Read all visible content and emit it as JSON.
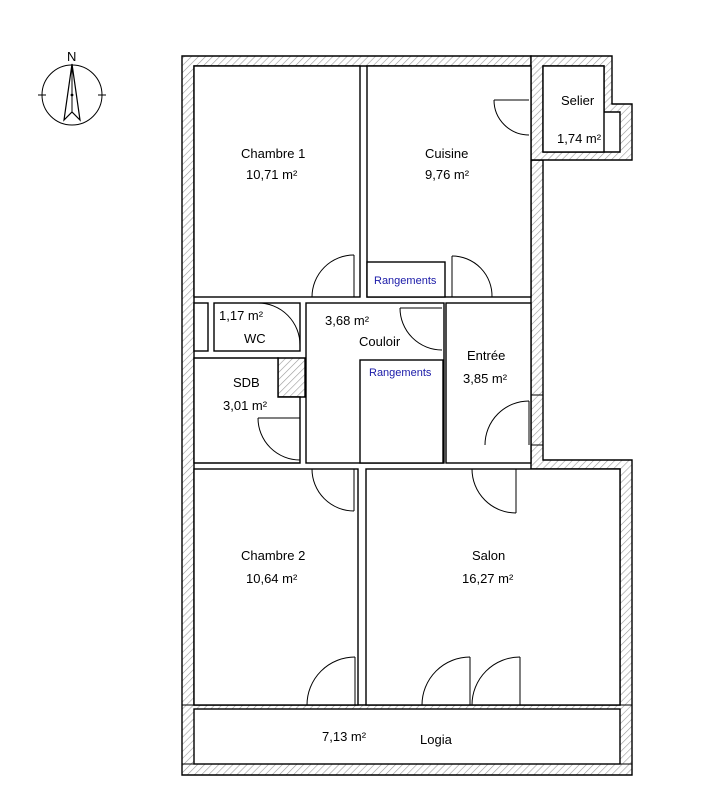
{
  "compass": {
    "north_label": "N"
  },
  "rooms": {
    "chambre1": {
      "name": "Chambre 1",
      "area": "10,71 m²"
    },
    "cuisine": {
      "name": "Cuisine",
      "area": "9,76 m²"
    },
    "selier": {
      "name": "Selier",
      "area": "1,74 m²"
    },
    "rangements_top": {
      "name": "Rangements"
    },
    "wc": {
      "name": "WC",
      "area": "1,17 m²"
    },
    "couloir": {
      "name": "Couloir",
      "area": "3,68 m²"
    },
    "rangements_mid": {
      "name": "Rangements"
    },
    "entree": {
      "name": "Entrée",
      "area": "3,85 m²"
    },
    "sdb": {
      "name": "SDB",
      "area": "3,01 m²"
    },
    "chambre2": {
      "name": "Chambre 2",
      "area": "10,64 m²"
    },
    "salon": {
      "name": "Salon",
      "area": "16,27 m²"
    },
    "logia": {
      "name": "Logia",
      "area": "7,13 m²"
    }
  },
  "colors": {
    "wall_hatch": "#9a9a9a",
    "storage_text": "#1a1aa8"
  }
}
